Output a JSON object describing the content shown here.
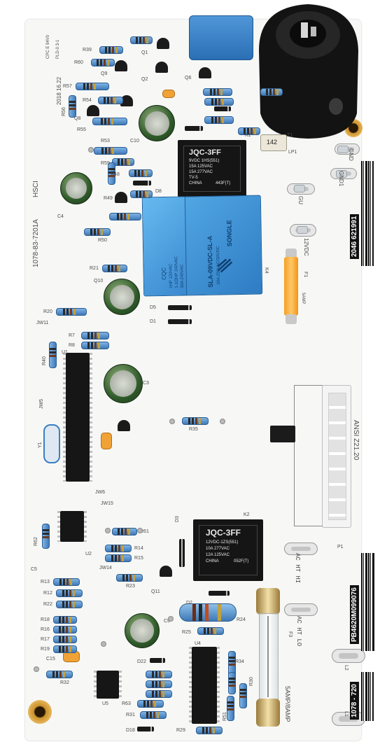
{
  "colors": {
    "board": "#f7f8f6",
    "relay_blue": "#3d8fd6",
    "relay_black": "#151515",
    "resistor_blue": "#5c93cf",
    "fuse_orange": "#f7a22a",
    "connector_white": "#f4f4f4",
    "barcode_black": "#111111"
  },
  "labels": {
    "r39": "R39",
    "r60": "R60",
    "r57": "R57",
    "r56": "R56",
    "r54": "R54",
    "r55": "R55",
    "r53": "R53",
    "r59": "R59",
    "r48": "R48",
    "r49": "R49",
    "r50": "R50",
    "r21": "R21",
    "r20": "R20",
    "r7": "R7",
    "r8": "R8",
    "r40": "R40",
    "r35": "R35",
    "r61": "R61",
    "r62": "R62",
    "r14": "R14",
    "r15": "R15",
    "r23": "R23",
    "r13": "R13",
    "r12": "R12",
    "r22": "R22",
    "r18": "R18",
    "r16": "R16",
    "r17": "R17",
    "r19": "R19",
    "r32": "R32",
    "r63": "R63",
    "r31": "R31",
    "r29": "R29",
    "r51": "R51",
    "r30": "R30",
    "r34": "R34",
    "r25": "R25",
    "r24": "R24",
    "q1": "Q1",
    "q2": "Q2",
    "q9": "Q9",
    "q8": "Q8",
    "q6": "Q6",
    "q10": "Q10",
    "q11": "Q11",
    "c4": "C4",
    "c10": "C10",
    "c3": "C3",
    "c5": "C5",
    "c15": "C15",
    "c9": "C9",
    "d5": "D5",
    "d1": "D1",
    "d2": "D2",
    "d3": "D3",
    "d8": "D8",
    "d18": "D18",
    "d22": "D22",
    "u1": "U1",
    "u2": "U2",
    "u4": "U4",
    "u5": "U5",
    "y1": "Y1",
    "jw11": "JW11",
    "jw5": "JW5",
    "jw6": "JW6",
    "jw15": "JW15",
    "jw14": "JW14",
    "k1": "K1",
    "k2": "K2",
    "k4": "K4",
    "t1": "T1",
    "lp1": "LP1",
    "f1": "F1",
    "f3": "F3",
    "p1": "P1",
    "l1": "L1",
    "l2": "L2",
    "gnd": "GND",
    "gnd1": "GND1",
    "gu": "GU",
    "v12dc": "12VDC",
    "hsci": "HSCI",
    "board_code": "1078-83-7201A",
    "ac_ht_hi": "AC HT HI",
    "ac_ht_lo": "AC HT LO",
    "five_amp": "5AMP",
    "fuse_rating": "5AMP/8AMP",
    "ansi": "ANSI Z21.20",
    "cpc": "CPC E 94V0",
    "pld": "PLD-0 3-1",
    "date": "2018 16.22",
    "t142": "142"
  },
  "relay_k1": {
    "brand": "JQC-3FF",
    "line1": "9VDC 1HS(551)",
    "line2": "15A 125VAC",
    "line3": "15A 277VAC",
    "line4": "TV-5",
    "line5": "CHINA",
    "line6": "443F(T)"
  },
  "relay_k2": {
    "brand": "JQC-3FF",
    "line1": "12VDC-1ZS(551)",
    "line2": "10A 277VAC",
    "line3": "12A 125VAC",
    "line4": "CHINA",
    "line5": "052F(T)"
  },
  "relay_songle": {
    "brand": "SONGLE",
    "model": "SLA-09VDC-SL-A",
    "line1": "30A 250VAC/30VDC",
    "line2": "1HP 120VAC",
    "line3": "1-1/2HP 240VAC",
    "line4": "30A 240VAC",
    "cqc": "CQC"
  },
  "barcodes": {
    "top": "2046 621991",
    "middle": "PB4620M099076",
    "bottom": "1078 - 720"
  }
}
